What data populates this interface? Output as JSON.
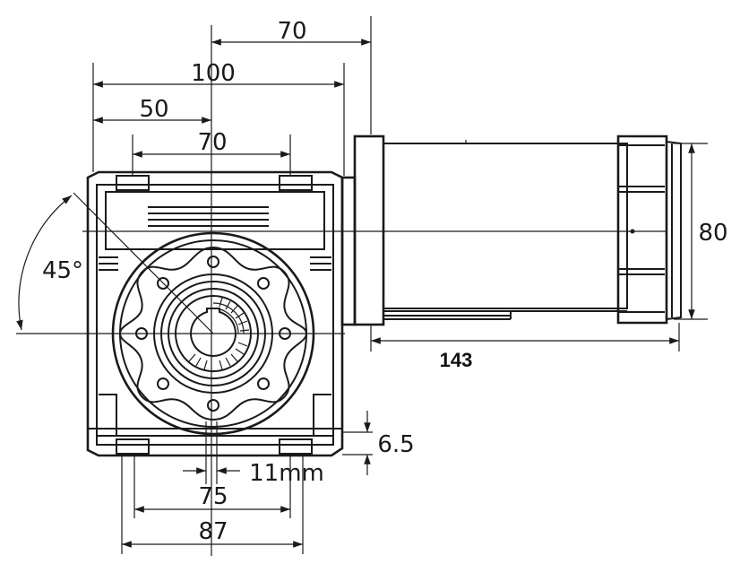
{
  "dimensions": {
    "top_70": "70",
    "width_100": "100",
    "half_50": "50",
    "flange_70": "70",
    "motor_diameter": "80",
    "motor_length": "143",
    "angle": "45°",
    "foot_thickness": "6.5",
    "bore_key": "11mm",
    "base_75": "75",
    "base_87": "87"
  },
  "colors": {
    "line": "#1a1a1a",
    "background": "#ffffff"
  }
}
